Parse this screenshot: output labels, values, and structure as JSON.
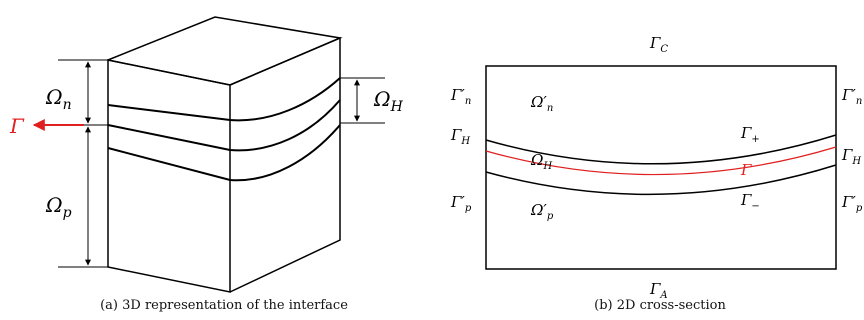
{
  "figure_a": {
    "omega_n": "Ω",
    "omega_n_sub": "n",
    "omega_p": "Ω",
    "omega_p_sub": "p",
    "omega_h": "Ω",
    "omega_h_sub": "H",
    "gamma": "Γ",
    "caption": "(a) 3D representation of the interface"
  },
  "figure_b": {
    "gamma_c": "Γ",
    "gamma_c_sub": "C",
    "gamma_a": "Γ",
    "gamma_a_sub": "A",
    "gamma_n_prime_left": "Γ′",
    "gamma_n_prime_left_sub": "n",
    "gamma_n_prime_right": "Γ′",
    "gamma_n_prime_right_sub": "n",
    "gamma_h_left": "Γ",
    "gamma_h_left_sub": "H",
    "gamma_h_right": "Γ",
    "gamma_h_right_sub": "H",
    "gamma_p_prime_left": "Γ′",
    "gamma_p_prime_left_sub": "p",
    "gamma_p_prime_right": "Γ′",
    "gamma_p_prime_right_sub": "p",
    "omega_n_prime": "Ω′",
    "omega_n_prime_sub": "n",
    "omega_h": "Ω",
    "omega_h_sub": "H",
    "omega_p_prime": "Ω′",
    "omega_p_prime_sub": "p",
    "gamma_plus": "Γ",
    "gamma_plus_sub": "+",
    "gamma_minus": "Γ",
    "gamma_minus_sub": "−",
    "gamma_red": "Γ",
    "caption": "(b) 2D cross-section"
  },
  "colors": {
    "line": "#000000",
    "interface": "#e02020"
  }
}
